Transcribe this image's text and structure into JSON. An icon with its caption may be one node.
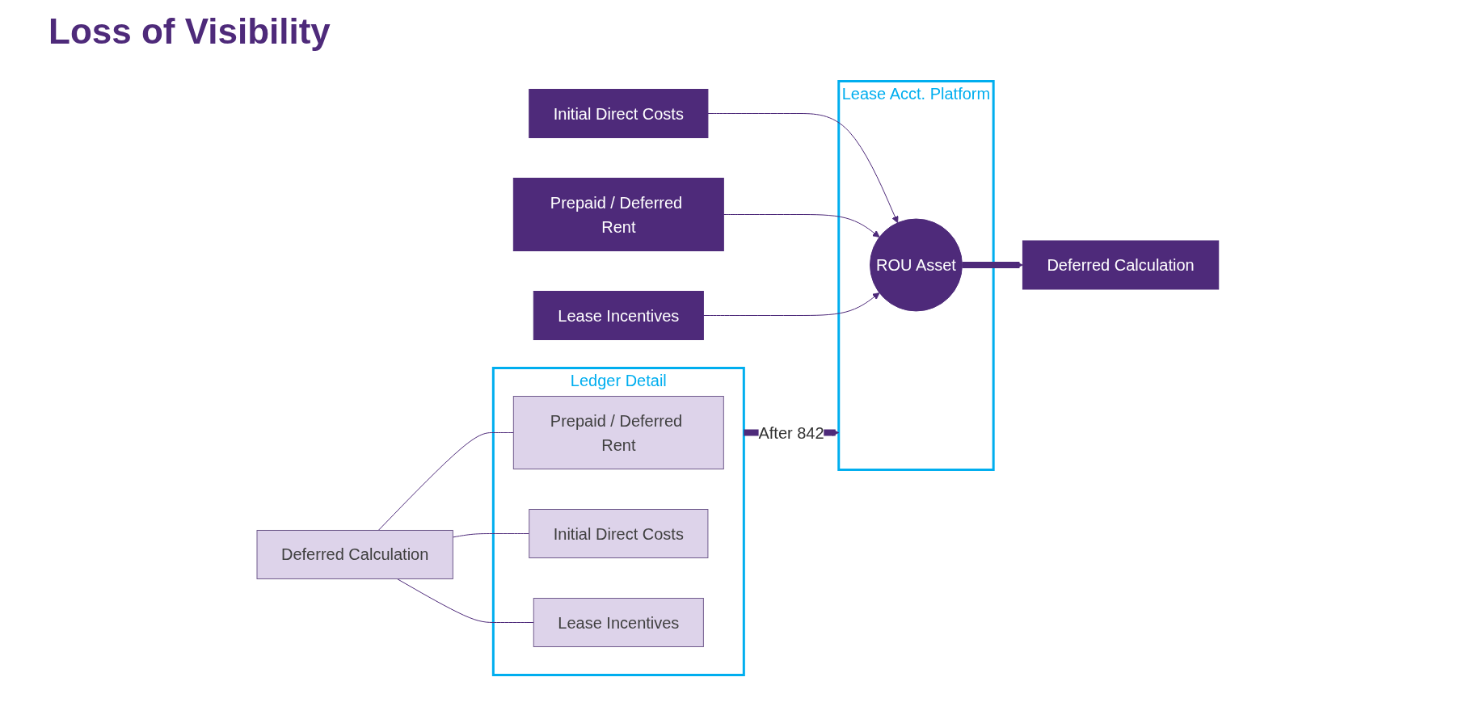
{
  "diagram": {
    "title": "Loss of Visibility",
    "nodes": [
      {
        "text": [
          "Deferred Calculation"
        ]
      },
      {
        "text": [
          "Ledger Detail"
        ]
      },
      {
        "text": [
          "Prepaid / Deferred Rent"
        ],
        "in": 1
      },
      {
        "text": [
          "Initial Direct Costs"
        ],
        "in": 1
      },
      {
        "text": [
          "Lease Incentives"
        ],
        "in": 1
      },
      {
        "text": [
          "Lease Acct. Platform"
        ]
      },
      {
        "text": [
          "Initial Direct Costs"
        ]
      },
      {
        "text": [
          "Prepaid / Deferred Rent"
        ]
      },
      {
        "text": [
          "Lease Incentives"
        ]
      },
      {
        "text": [
          "ROU Asset"
        ],
        "in": 5
      },
      {
        "text": [
          "Deferred Calculation"
        ]
      }
    ],
    "edges": [
      {
        "from": 0,
        "to": 2,
        "arrow": "none"
      },
      {
        "from": 0,
        "to": 3,
        "arrow": "none"
      },
      {
        "from": 0,
        "to": 4,
        "arrow": "none"
      },
      {
        "from": 1,
        "to": 5,
        "arrow": "to",
        "label": "After 842",
        "style": "thick"
      },
      {
        "from": 6,
        "to": 9,
        "arrow": "to"
      },
      {
        "from": 7,
        "to": 9,
        "arrow": "to"
      },
      {
        "from": 8,
        "to": 9,
        "arrow": "to"
      },
      {
        "from": 9,
        "to": 10,
        "arrow": "to",
        "style": "thick"
      }
    ]
  }
}
